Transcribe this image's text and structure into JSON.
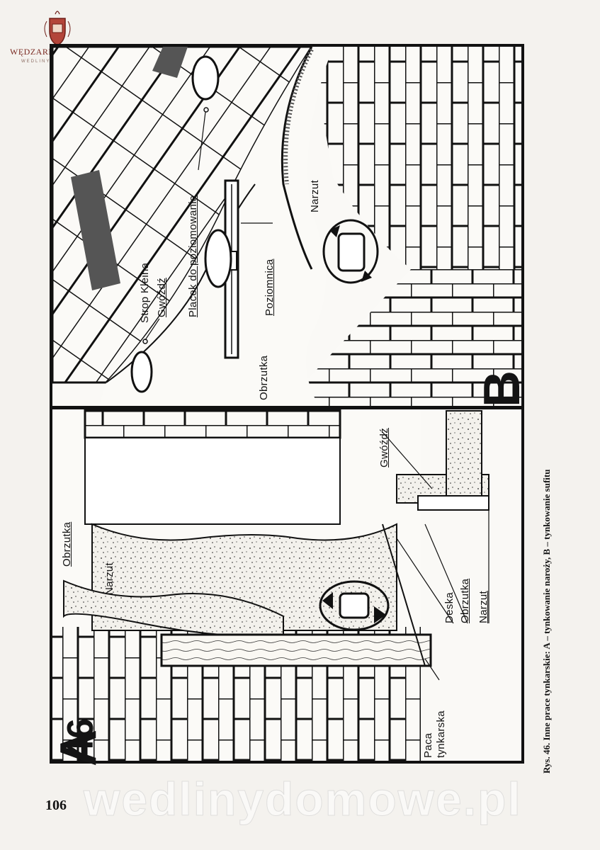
{
  "logo": {
    "title": "WĘDZARNICZA RIAT",
    "subtitle": "WEDLINYDOMOWE.PL"
  },
  "figure": {
    "number": "46",
    "panel_a": {
      "letter": "A",
      "labels": {
        "obrzutka_top": "Obrzutka",
        "narzut_top": "Narzut",
        "gwozdz": "Gwóźdź",
        "deska": "Deska",
        "obrzutka": "Obrzutka",
        "narzut": "Narzut",
        "paca": "Paca",
        "tynkarska": "tynkarska"
      }
    },
    "panel_b": {
      "letter": "B",
      "labels": {
        "strop_kleina": "Strop Kleina",
        "gwozdz": "Gwóźdź",
        "placek": "Placek do poziomowania",
        "poziomnica": "Poziomnica",
        "narzut": "Narzut",
        "obrzutka": "Obrzutka"
      }
    }
  },
  "caption": "Rys. 46. Inne prace tynkarskie: A – tynkowanie naroży, B – tynkowanie sufitu",
  "page_number": "106",
  "watermark": "wedlinydomowe.pl"
}
